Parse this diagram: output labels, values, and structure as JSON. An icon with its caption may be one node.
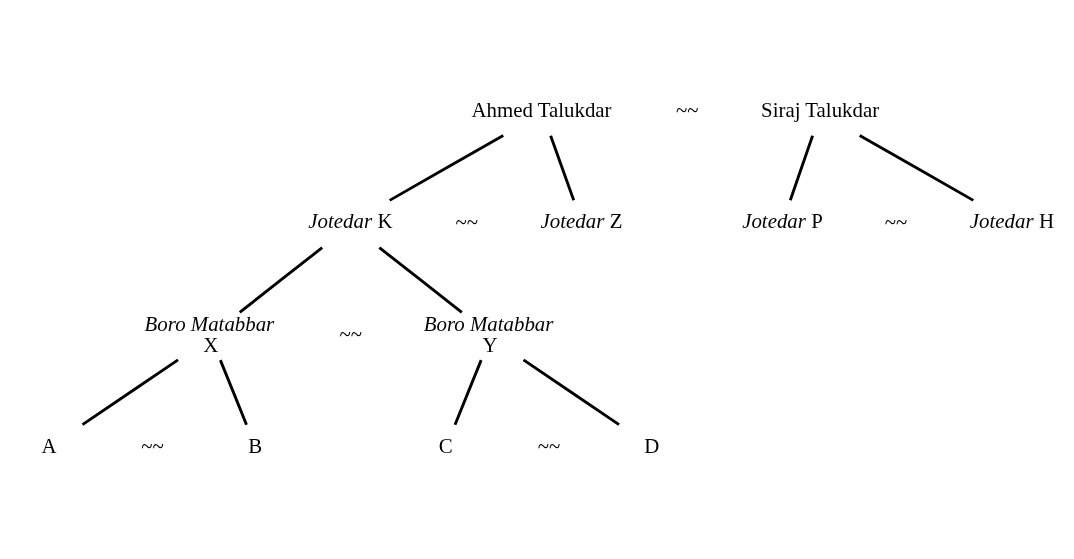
{
  "diagram": {
    "nodes": [
      {
        "text": [
          "Ahmed Talukdar"
        ]
      },
      {
        "text": [
          "Siraj Talukdar"
        ]
      },
      {
        "text": [
          "*Jotedar* K"
        ]
      },
      {
        "text": [
          "*Jotedar* Z"
        ]
      },
      {
        "text": [
          "*Jotedar* P"
        ]
      },
      {
        "text": [
          "*Jotedar* H"
        ]
      },
      {
        "text": [
          "*Boro Matabbar* X"
        ]
      },
      {
        "text": [
          "*Boro Matabbar* Y"
        ]
      },
      {
        "text": [
          "A"
        ]
      },
      {
        "text": [
          "B"
        ]
      },
      {
        "text": [
          "C"
        ]
      },
      {
        "text": [
          "D"
        ]
      }
    ],
    "edges": [
      {
        "from": 0,
        "to": 2,
        "arrow": "none"
      },
      {
        "from": 0,
        "to": 3,
        "arrow": "none"
      },
      {
        "from": 1,
        "to": 4,
        "arrow": "none"
      },
      {
        "from": 1,
        "to": 5,
        "arrow": "none"
      },
      {
        "from": 2,
        "to": 6,
        "arrow": "none"
      },
      {
        "from": 2,
        "to": 7,
        "arrow": "none"
      },
      {
        "from": 6,
        "to": 8,
        "arrow": "none"
      },
      {
        "from": 6,
        "to": 9,
        "arrow": "none"
      },
      {
        "from": 7,
        "to": 10,
        "arrow": "none"
      },
      {
        "from": 7,
        "to": 11,
        "arrow": "none"
      }
    ],
    "labels": [
      "~~",
      "~~",
      "~~",
      "~~",
      "~~",
      "~~"
    ]
  }
}
